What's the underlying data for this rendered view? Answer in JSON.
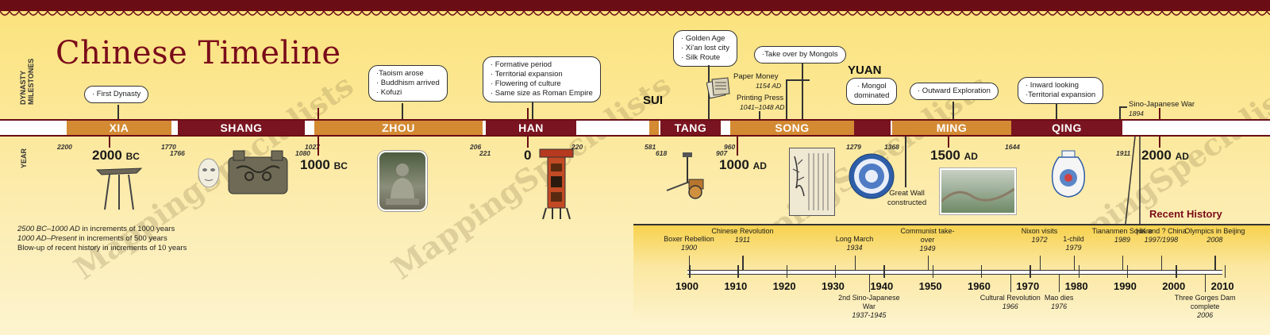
{
  "title": "Chinese Timeline",
  "side_labels": {
    "milestones": "DYNASTY MILESTONES",
    "year": "YEAR"
  },
  "colors": {
    "maroon": "#7a1420",
    "orange": "#d38a33",
    "border": "#6a0d15",
    "title": "#7a0c1a"
  },
  "dynasties": [
    {
      "name": "XIA",
      "start": "2200",
      "end": "1770"
    },
    {
      "name": "SHANG",
      "start": "1766",
      "end": ""
    },
    {
      "name": "ZHOU",
      "start": "1080",
      "end": ""
    },
    {
      "name": "HAN",
      "start": "206",
      "end": "220"
    },
    {
      "name": "SUI",
      "start": "581",
      "end": "618"
    },
    {
      "name": "TANG",
      "start": "",
      "end": "907"
    },
    {
      "name": "SONG",
      "start": "960",
      "end": "1279"
    },
    {
      "name": "YUAN",
      "start": "",
      "end": "1368"
    },
    {
      "name": "MING",
      "start": "",
      "end": "1644"
    },
    {
      "name": "QING",
      "start": "",
      "end": "1911"
    }
  ],
  "year_marks": {
    "y1027": "1027",
    "y221": "221",
    "y1894": "1894"
  },
  "big_years": [
    {
      "num": "2000",
      "era": "BC"
    },
    {
      "num": "1000",
      "era": "BC"
    },
    {
      "num": "0",
      "era": ""
    },
    {
      "num": "1000",
      "era": "AD"
    },
    {
      "num": "1500",
      "era": "AD"
    },
    {
      "num": "2000",
      "era": "AD"
    }
  ],
  "milestones": {
    "xia": [
      "· First Dynasty"
    ],
    "zhou": [
      "·Taoism arose",
      "· Buddhism arrived",
      "· Kofuzi"
    ],
    "han": [
      "· Formative period",
      "· Territorial expansion",
      "· Flowering of culture",
      "· Same size as Roman Empire"
    ],
    "tang": [
      "· Golden Age",
      "· Xi'an lost city",
      "· Silk Route"
    ],
    "song": [
      "·Take over by Mongols"
    ],
    "yuan": [
      "· Mongol",
      "dominated"
    ],
    "ming": [
      "· Outward Exploration"
    ],
    "qing": [
      "· Inward looking",
      "·Territorial expansion"
    ]
  },
  "song_events": {
    "paper_money": "Paper Money",
    "paper_money_year": "1154 AD",
    "printing_press": "Printing Press",
    "printing_press_year": "1041–1048 AD"
  },
  "great_wall": [
    "Great Wall",
    "constructed"
  ],
  "sino_japanese": {
    "label": "Sino-Japanese War",
    "year": "1894"
  },
  "legend": [
    {
      "range": "2500 BC–1000 AD",
      "text": " in increments of 1000 years"
    },
    {
      "range": "1000 AD–Present",
      "text": " in increments of 500 years"
    },
    {
      "range": "",
      "text": "Blow-up of recent history in increments of 10 years"
    }
  ],
  "recent_history": {
    "title": "Recent History",
    "axis_years": [
      "1900",
      "1910",
      "1920",
      "1930",
      "1940",
      "1950",
      "1960",
      "1970",
      "1980",
      "1990",
      "2000",
      "2010"
    ],
    "events_above": [
      {
        "label": "Boxer Rebellion",
        "year": "1900"
      },
      {
        "label": "Chinese Revolution",
        "year": "1911"
      },
      {
        "label": "Long March",
        "year": "1934"
      },
      {
        "label": "Communist take-over",
        "year": "1949"
      },
      {
        "label": "Nixon visits",
        "year": "1972"
      },
      {
        "label": "1-child",
        "year": "1979"
      },
      {
        "label": "Tiananmen Square",
        "year": "1989"
      },
      {
        "label": "HK and ? China",
        "year": "1997/1998"
      },
      {
        "label": "Olympics in Beijing",
        "year": "2008"
      }
    ],
    "events_below": [
      {
        "label": "2nd Sino-Japanese War",
        "year": "1937-1945"
      },
      {
        "label": "Cultural Revolution",
        "year": "1966"
      },
      {
        "label": "Mao dies",
        "year": "1976"
      },
      {
        "label": "Three Gorges Dam complete",
        "year": "2006"
      }
    ]
  },
  "watermark": "MappingSpecialists"
}
